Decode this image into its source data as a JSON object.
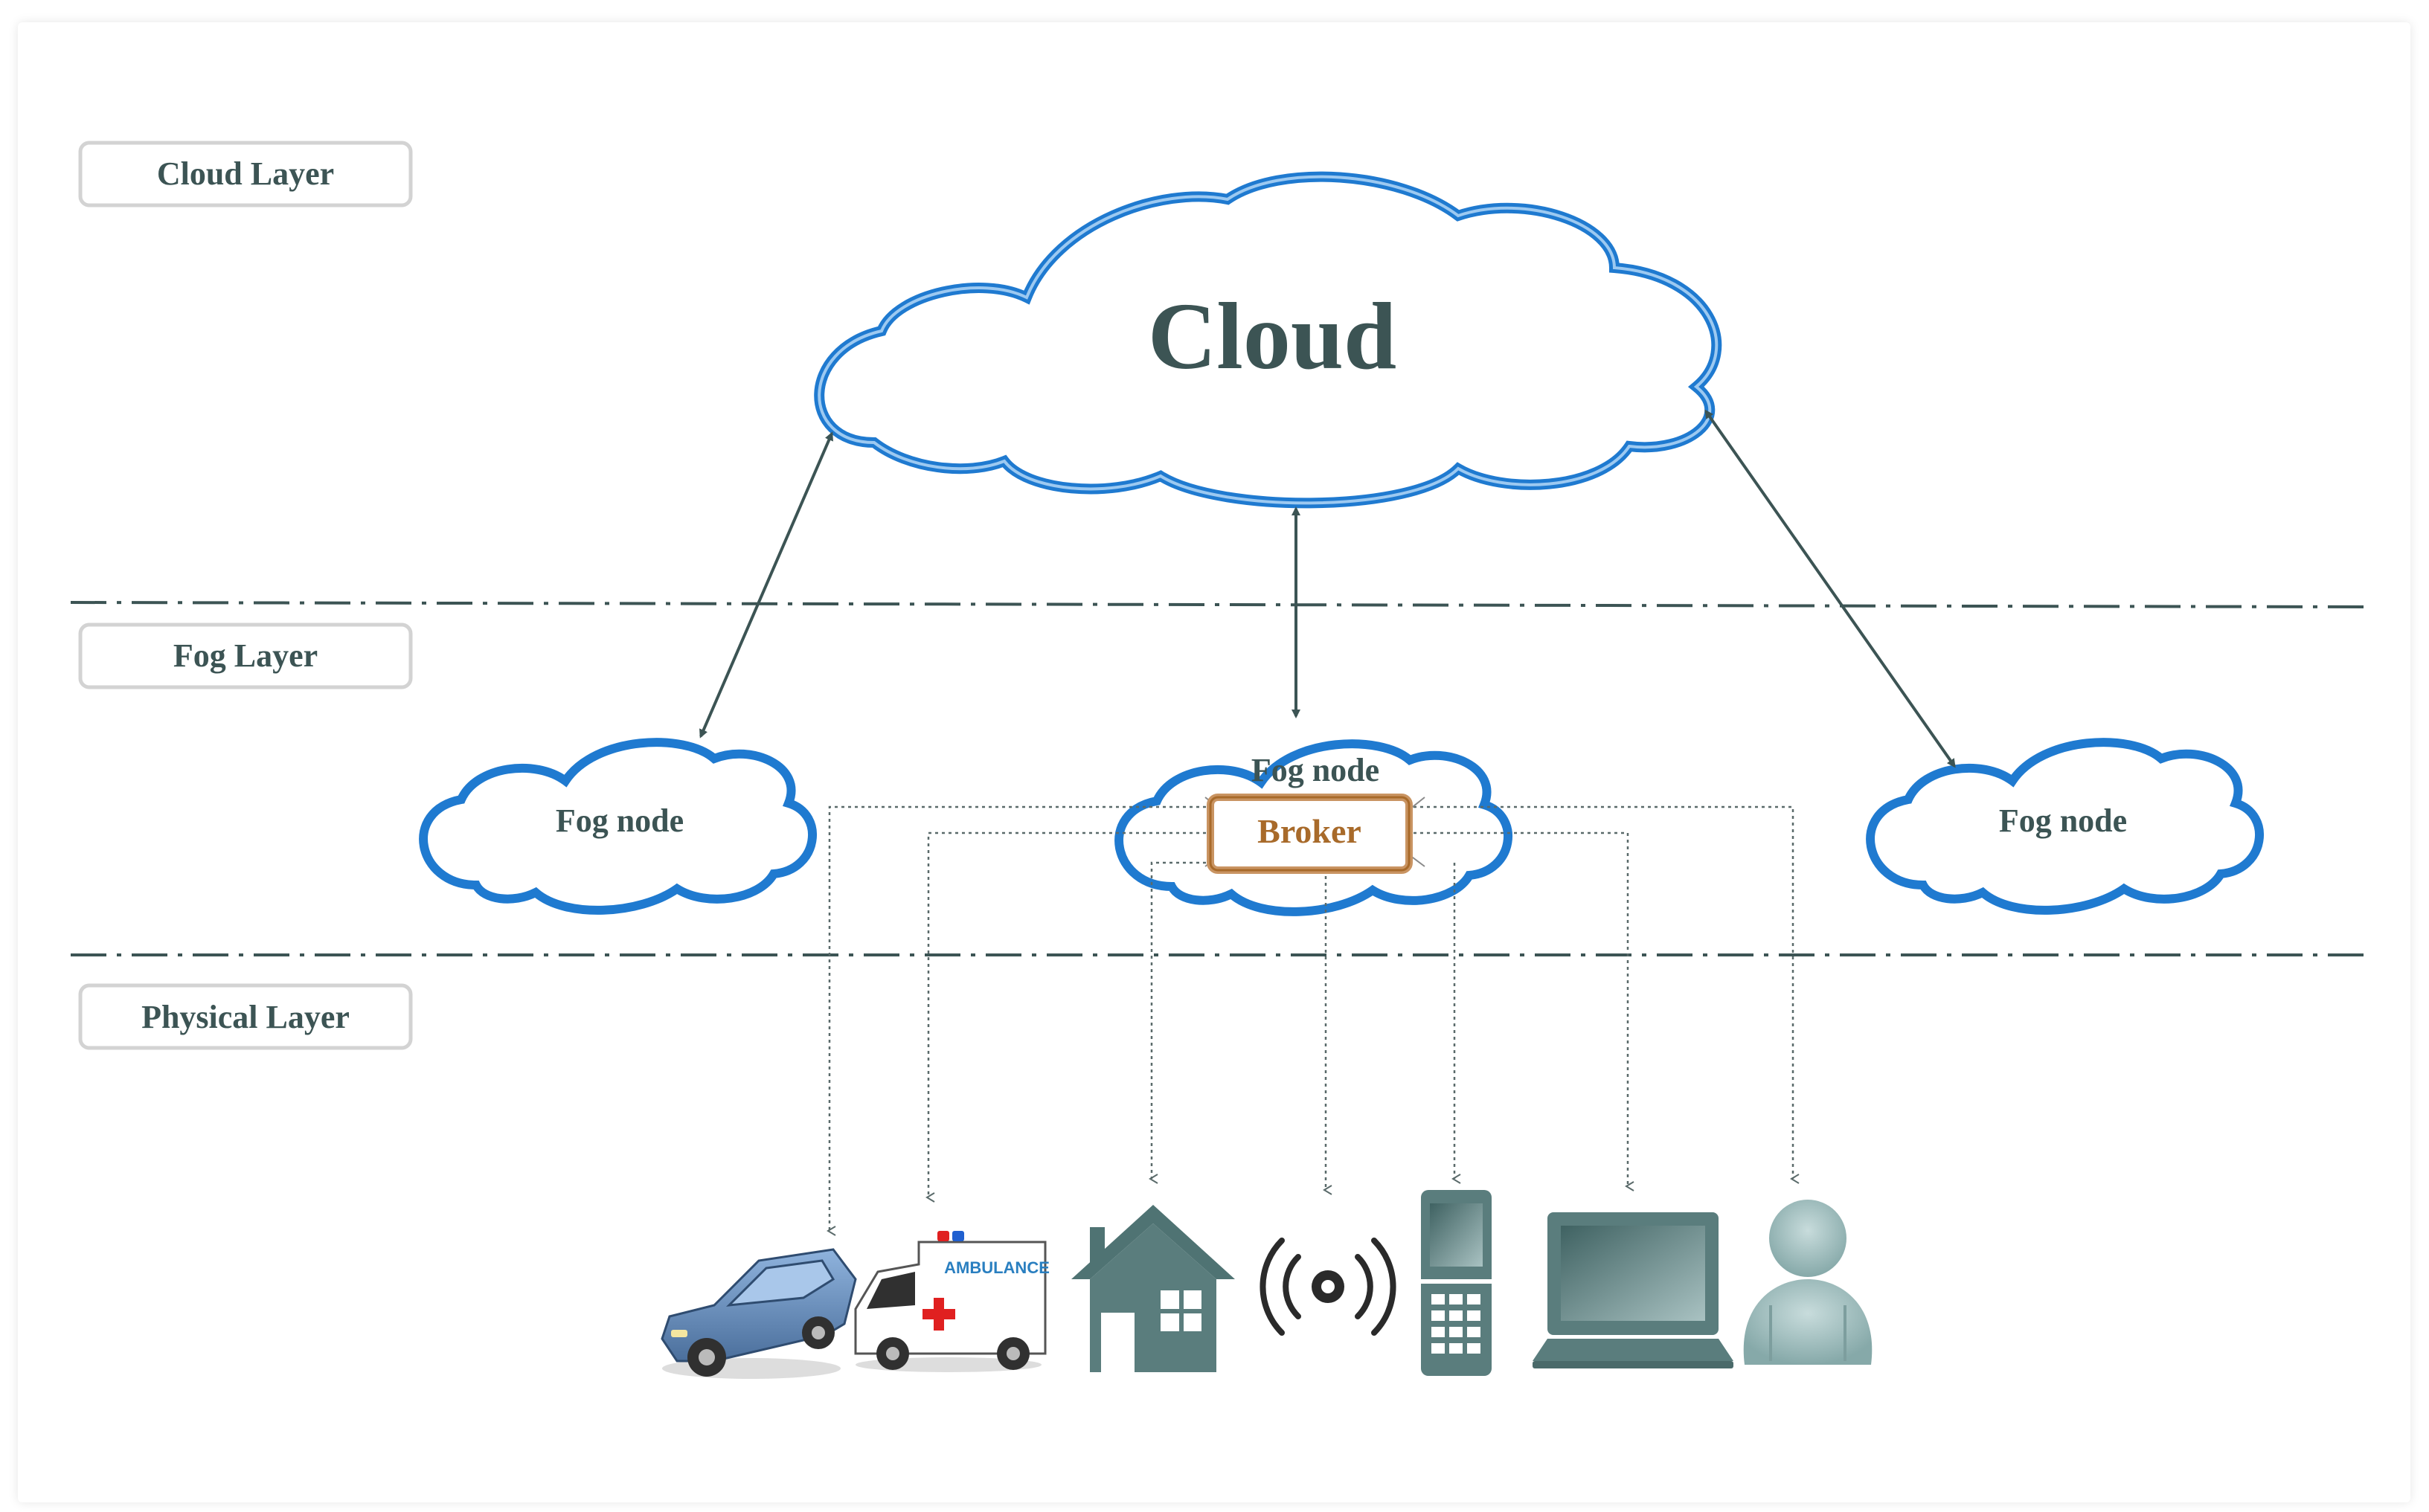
{
  "layers": {
    "cloud": "Cloud Layer",
    "fog": "Fog Layer",
    "physical": "Physical Layer"
  },
  "cloud": {
    "label": "Cloud"
  },
  "fog_nodes": {
    "left": "Fog node",
    "center": "Fog node",
    "right": "Fog node"
  },
  "broker": {
    "label": "Broker"
  },
  "devices": {
    "ambulance_text": "AMBULANCE"
  },
  "colors": {
    "cloud_outline": "#1f7ad0",
    "text": "#3c5454",
    "broker": "#a86a2a",
    "arrow": "#3c5454",
    "device": "#5a7d7d"
  },
  "icons": [
    "car-icon",
    "ambulance-icon",
    "house-icon",
    "sensor-icon",
    "phone-icon",
    "laptop-icon",
    "user-icon"
  ]
}
